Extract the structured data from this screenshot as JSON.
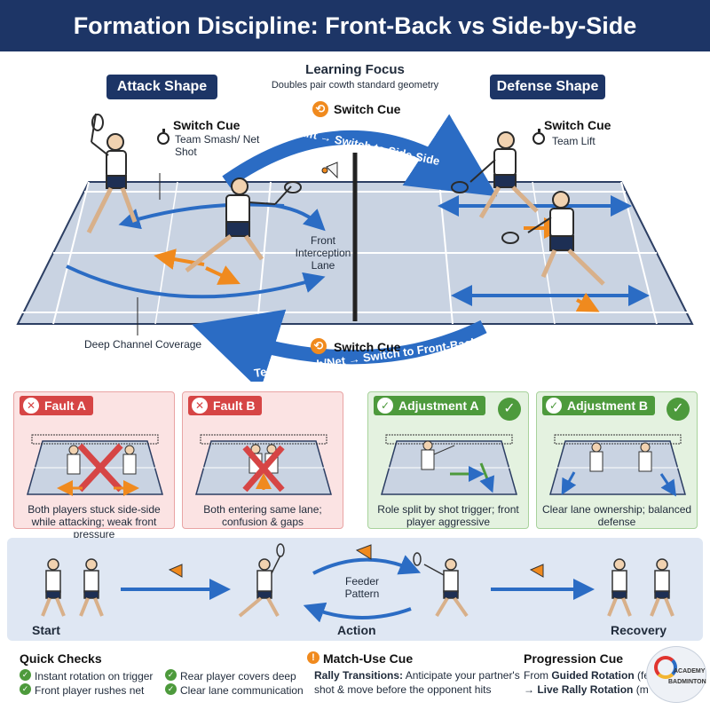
{
  "title": "Formation Discipline: Front-Back vs Side-by-Side",
  "learning_focus": {
    "title": "Learning Focus",
    "subtitle": "Doubles pair cowth standard geometry"
  },
  "attack_shape": {
    "label": "Attack Shape",
    "switch_cue_title": "Switch Cue",
    "switch_cue_text": "Team Smash/ Net Shot",
    "front_lane": "Front Interception Lane",
    "deep_channel": "Deep Channel Coverage"
  },
  "defense_shape": {
    "label": "Defense Shape",
    "switch_cue_title": "Switch Cue",
    "switch_cue_text": "Team Lift"
  },
  "top_switch": {
    "title": "Switch Cue",
    "arc_text": "Team Lift → Switch to Side-Side"
  },
  "bottom_switch": {
    "title": "Switch Cue",
    "arc_text": "Team Smash/Net → Switch to Front-Back"
  },
  "panels": [
    {
      "kind": "fault",
      "label": "Fault A",
      "icon": "x-icon",
      "caption": "Both players stuck side-side while attacking; weak front pressure"
    },
    {
      "kind": "fault",
      "label": "Fault B",
      "icon": "x-icon",
      "caption": "Both entering same lane; confusion & gaps"
    },
    {
      "kind": "adj",
      "label": "Adjustment A",
      "icon": "check-icon",
      "caption": "Role split by shot trigger; front player aggressive"
    },
    {
      "kind": "adj",
      "label": "Adjustment B",
      "icon": "check-icon",
      "caption": "Clear lane ownership; balanced defense"
    }
  ],
  "drill": {
    "start": "Start",
    "action": "Action",
    "recovery": "Recovery",
    "feeder": "Feeder Pattern"
  },
  "quick_checks": {
    "title": "Quick Checks",
    "items": [
      "Instant rotation on trigger",
      "Rear player covers deep",
      "Front player rushes net",
      "Clear lane communication"
    ]
  },
  "match_use": {
    "title": "Match-Use Cue",
    "label": "Rally Transitions:",
    "text1": "Anticipate your partner's",
    "text2": "shot & move before the opponent hits"
  },
  "progression": {
    "title": "Progression Cue",
    "line1_prefix": "From ",
    "line1_bold": "Guided Rotation",
    "line1_suffix": " (fe",
    "line2_prefix": "→ ",
    "line2_bold": "Live Rally Rotation",
    "line2_suffix": " (ma"
  },
  "logo": {
    "line1": "ACADEMY",
    "line2": "BADMINTON"
  },
  "colors": {
    "navy": "#1d3566",
    "arrow_blue": "#2b6cc4",
    "orange": "#f08a1e",
    "fault_red": "#d64545",
    "adjust_green": "#4d9a3c"
  }
}
